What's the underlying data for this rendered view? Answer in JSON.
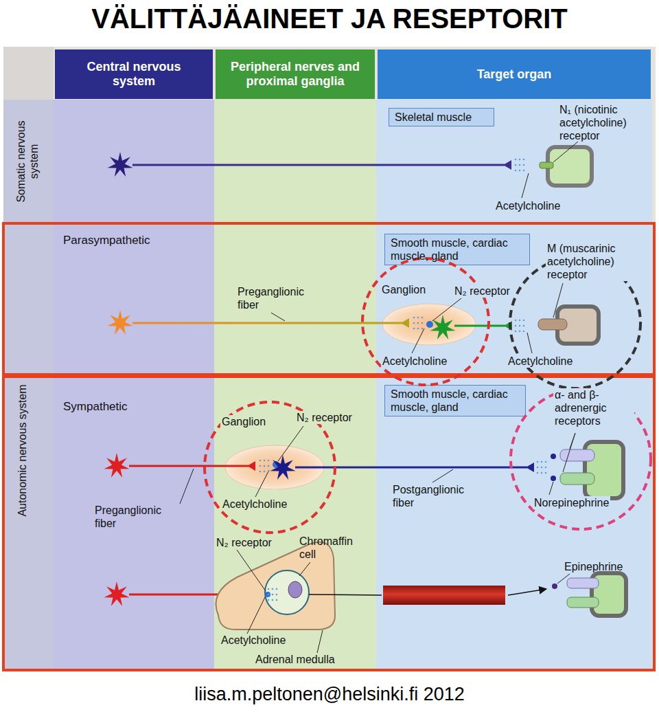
{
  "diagram": {
    "title": "VÄLITTÄJÄAINEET JA RESEPTORIT",
    "caption": "liisa.m.peltonen@helsinki.fi 2012",
    "nodes": [
      {
        "text": [
          "Central nervous system"
        ]
      },
      {
        "text": [
          "Peripheral nerves and proximal ganglia"
        ]
      },
      {
        "text": [
          "Target organ"
        ]
      },
      {
        "text": [
          "Skeletal muscle"
        ]
      },
      {
        "text": [
          "Smooth muscle, cardiac muscle, gland"
        ]
      },
      {
        "text": [
          "Ganglion"
        ]
      },
      {
        "text": [
          "Smooth muscle, cardiac muscle, gland"
        ]
      },
      {
        "text": [
          "Ganglion"
        ]
      }
    ],
    "labels": [
      "Somatic nervous system",
      "N₁ (nicotinic acetylcholine) receptor",
      "Acetylcholine",
      "Autonomic nervous system",
      "Parasympathetic",
      "Preganglionic fiber",
      "N₂ receptor",
      "Acetylcholine",
      "M (muscarinic acetylcholine) receptor",
      "Acetylcholine",
      "Sympathetic",
      "N₂ receptor",
      "Acetylcholine",
      "α- and β-adrenergic receptors",
      "Preganglionic fiber",
      "Postganglionic fiber",
      "Norepinephrine",
      "N₂ receptor",
      "Chromaffin cell",
      "Acetylcholine",
      "Adrenal medulla",
      "Epinephrine"
    ]
  }
}
